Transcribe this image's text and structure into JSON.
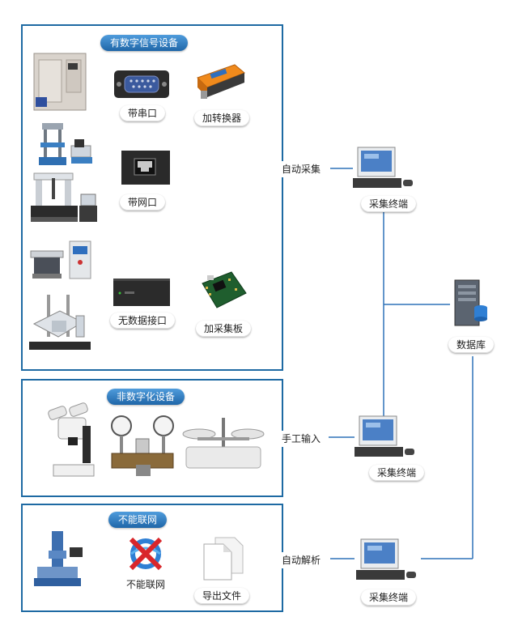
{
  "sections": {
    "digital": {
      "title": "有数字信号设备"
    },
    "non_digital": {
      "title": "非数字化设备"
    },
    "offline": {
      "title": "不能联网"
    }
  },
  "labels": {
    "serial_port": "带串口",
    "add_converter": "加转换器",
    "network_port": "带网口",
    "no_data_interface": "无数据接口",
    "add_acquisition_board": "加采集板",
    "cannot_network": "不能联网",
    "export_file": "导出文件"
  },
  "flows": {
    "auto_collect": "自动采集",
    "manual_input": "手工输入",
    "auto_parse": "自动解析"
  },
  "terminals": {
    "t1": "采集终端",
    "t2": "采集终端",
    "t3": "采集终端"
  },
  "database": "数据库",
  "colors": {
    "panel_border": "#1e6aa3",
    "line": "#2f72b8",
    "title_bg": "#2f7fc4"
  }
}
